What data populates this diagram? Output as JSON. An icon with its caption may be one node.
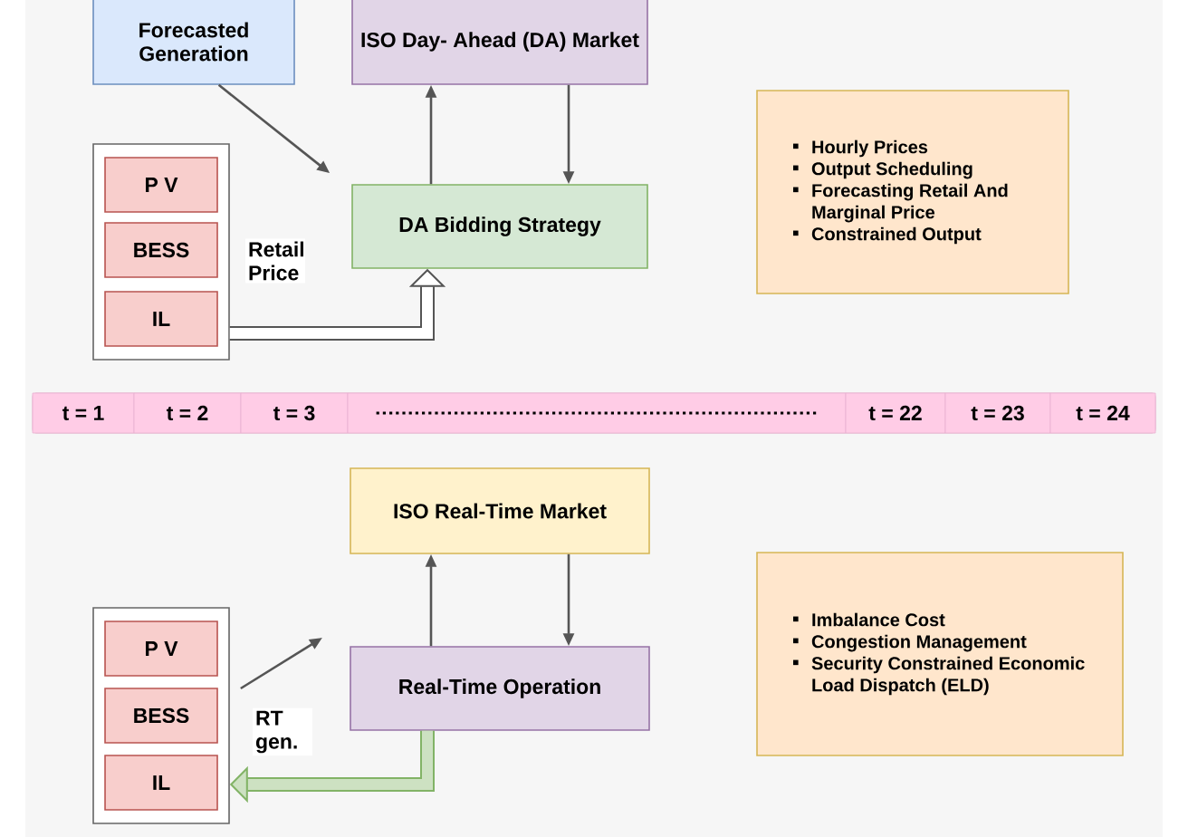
{
  "diagram": {
    "nodes": [
      {
        "text": [
          "Forecasted Generation"
        ]
      },
      {
        "text": [
          "ISO Day- Ahead (DA) Market"
        ]
      },
      {
        "text": [
          "DA Bidding Strategy"
        ]
      },
      {
        "text": [],
        "shape": "box"
      },
      {
        "text": [
          "P V"
        ],
        "in": 3
      },
      {
        "text": [
          "BESS"
        ],
        "in": 3
      },
      {
        "text": [
          "IL"
        ],
        "in": 3
      },
      {
        "text": [
          "Hourly Prices",
          "Output Scheduling",
          "Forecasting Retail And Marginal Price",
          "Constrained Output"
        ]
      },
      {
        "text": [],
        "shape": "bar"
      },
      {
        "text": [
          "t = 1"
        ],
        "in": 8
      },
      {
        "text": [
          "t = 2"
        ],
        "in": 8
      },
      {
        "text": [
          "t = 3"
        ],
        "in": 8
      },
      {
        "text": [],
        "shape": "box",
        "in": 8
      },
      {
        "text": [
          "t = 22"
        ],
        "in": 8
      },
      {
        "text": [
          "t = 23"
        ],
        "in": 8
      },
      {
        "text": [
          "t = 24"
        ],
        "in": 8
      },
      {
        "text": [
          "ISO Real-Time Market"
        ]
      },
      {
        "text": [
          "Real-Time Operation"
        ]
      },
      {
        "text": [],
        "shape": "box"
      },
      {
        "text": [
          "P V"
        ],
        "in": 18
      },
      {
        "text": [
          "BESS"
        ],
        "in": 18
      },
      {
        "text": [
          "IL"
        ],
        "in": 18
      },
      {
        "text": [
          "Imbalance Cost",
          "Congestion Management",
          "Security Constrained Economic Load Dispatch (ELD)"
        ]
      }
    ],
    "edges": [
      {
        "from": 0,
        "to": 2,
        "arrow": "to"
      },
      {
        "from": 2,
        "to": 1,
        "arrow": "to"
      },
      {
        "from": 1,
        "to": 2,
        "arrow": "to"
      },
      {
        "from": 3,
        "to": 2,
        "arrow": "to",
        "label": "Retail Price",
        "style": "thick"
      },
      {
        "from": 17,
        "to": 16,
        "arrow": "to"
      },
      {
        "from": 16,
        "to": 17,
        "arrow": "to"
      },
      {
        "from": 18,
        "to": null,
        "arrow": "to",
        "label": "RT gen."
      },
      {
        "from": 17,
        "to": 18,
        "arrow": "to",
        "style": "thick",
        "color": "#82b366"
      }
    ]
  }
}
